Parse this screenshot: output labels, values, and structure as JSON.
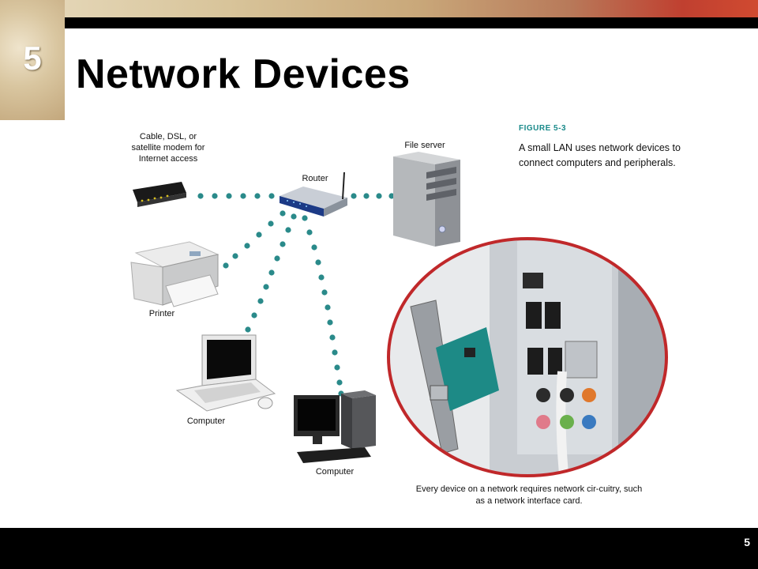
{
  "slide": {
    "chapter_number": "5",
    "title": "Network Devices",
    "page_number": "5"
  },
  "figure": {
    "label": "FIGURE 5-3",
    "caption": "A small LAN uses network devices to connect computers and peripherals.",
    "bottom_caption": "Every device on a network requires network cir-cuitry, such as a network interface card."
  },
  "devices": {
    "modem": "Cable, DSL, or satellite modem for Internet access",
    "router": "Router",
    "file_server": "File server",
    "printer": "Printer",
    "laptop": "Computer",
    "desktop": "Computer"
  },
  "colors": {
    "connection_dots": "#2a8a8a",
    "circle_outline": "#c0282a"
  }
}
